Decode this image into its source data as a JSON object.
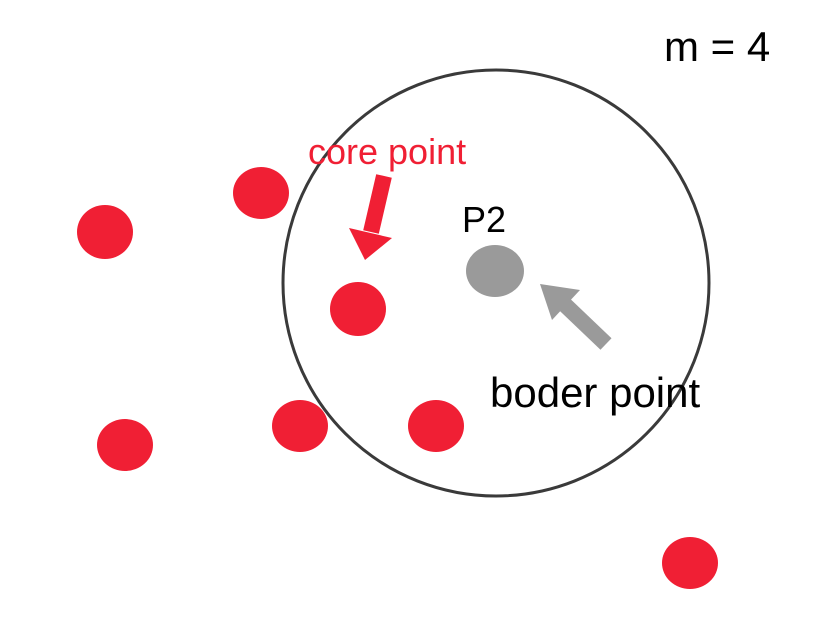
{
  "labels": {
    "m_value": "m = 4",
    "core_point": "core point",
    "p2": "P2",
    "border_point": "boder point"
  },
  "colors": {
    "core_point": "#f01f34",
    "border_point": "#9a9a9a",
    "circle_stroke": "#3a3a3a",
    "core_arrow": "#f01f34",
    "border_arrow": "#9a9a9a",
    "text": "#000000"
  },
  "icons": {
    "neighborhood": "epsilon-circle",
    "core_arrow": "arrow-down-left-icon",
    "border_arrow": "arrow-up-left-icon"
  }
}
